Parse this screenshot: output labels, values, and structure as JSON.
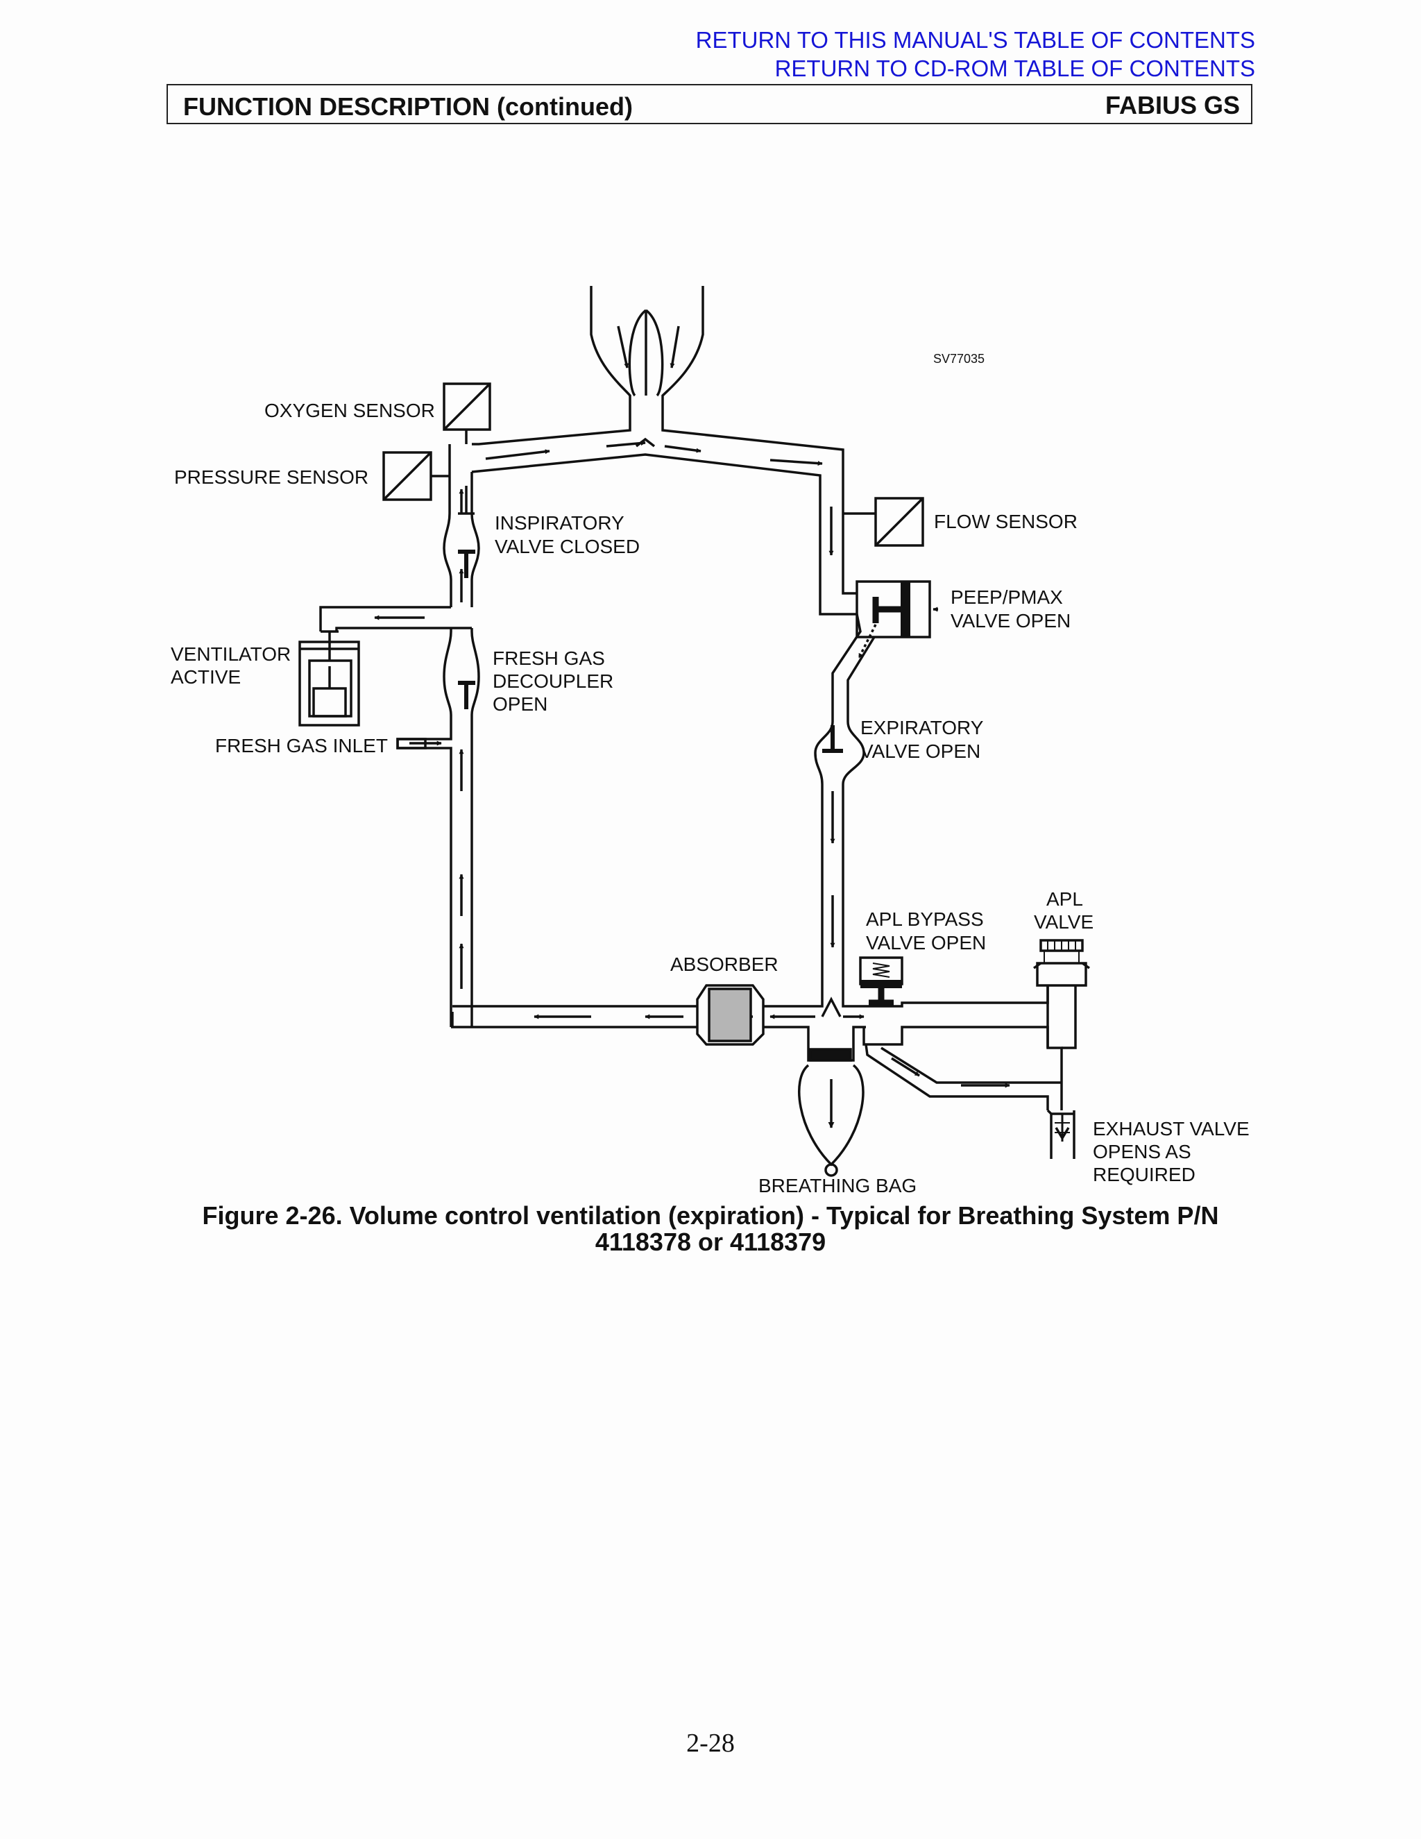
{
  "links": {
    "manual_toc": "RETURN TO THIS MANUAL'S TABLE OF CONTENTS",
    "cdrom_toc": "RETURN TO CD-ROM TABLE OF CONTENTS"
  },
  "header": {
    "section": "FUNCTION DESCRIPTION (continued)",
    "product": "FABIUS GS"
  },
  "diagram": {
    "figure_id": "SV77035",
    "labels": {
      "oxygen_sensor": "OXYGEN SENSOR",
      "pressure_sensor": "PRESSURE SENSOR",
      "inspiratory_valve": [
        "INSPIRATORY",
        "VALVE CLOSED"
      ],
      "ventilator": [
        "VENTILATOR",
        "ACTIVE"
      ],
      "fresh_gas_decoupler": [
        "FRESH GAS",
        "DECOUPLER",
        "OPEN"
      ],
      "fresh_gas_inlet": "FRESH GAS INLET",
      "flow_sensor": "FLOW SENSOR",
      "peep_pmax_valve": [
        "PEEP/PMAX",
        "VALVE OPEN"
      ],
      "expiratory_valve": [
        "EXPIRATORY",
        "VALVE OPEN"
      ],
      "apl_bypass_valve": [
        "APL BYPASS",
        "VALVE OPEN"
      ],
      "apl_valve": [
        "APL",
        "VALVE"
      ],
      "absorber": "ABSORBER",
      "exhaust_valve": [
        "EXHAUST VALVE",
        "OPENS AS",
        "REQUIRED"
      ],
      "breathing_bag": "BREATHING BAG"
    }
  },
  "caption": {
    "line1": "Figure 2-26.  Volume control ventilation (expiration) - Typical for Breathing System P/N",
    "line2": "4118378 or 4118379"
  },
  "page_number": "2-28"
}
